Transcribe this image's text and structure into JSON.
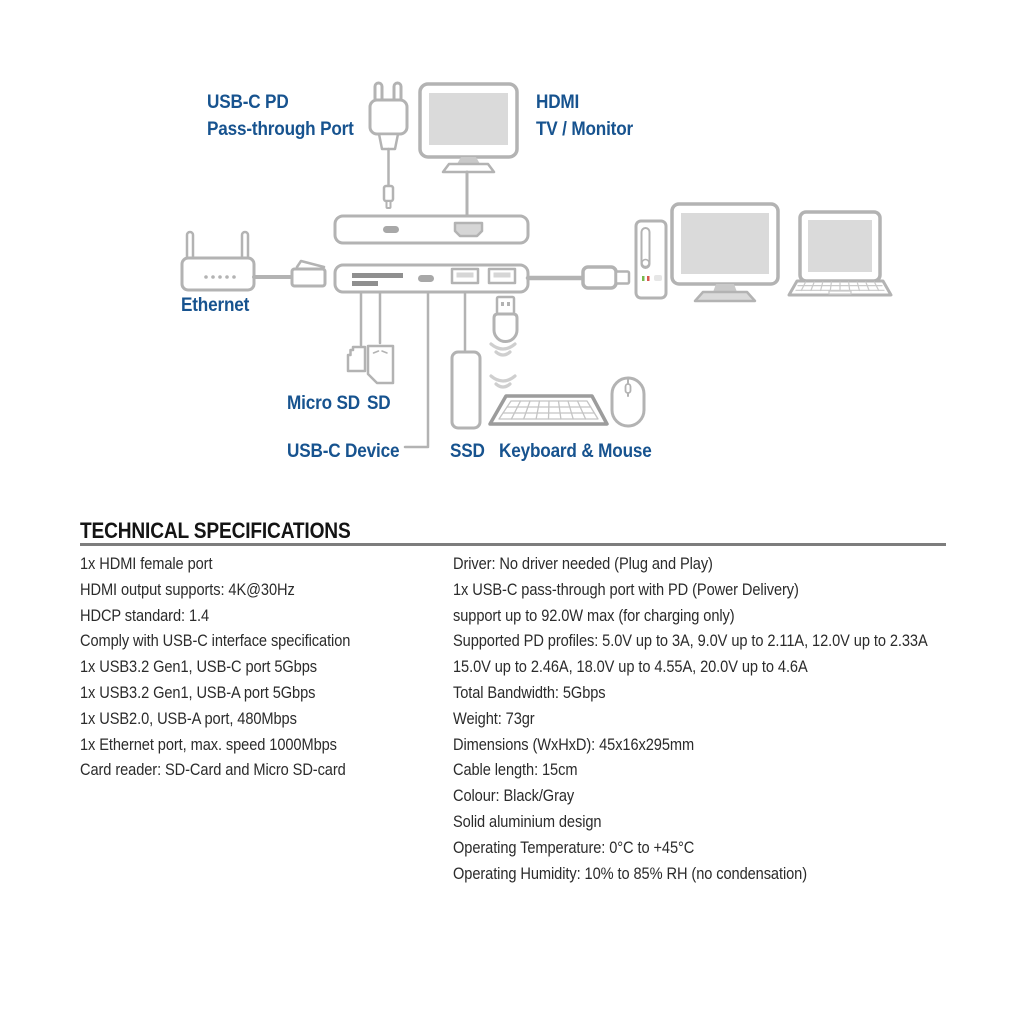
{
  "page": {
    "background": "#ffffff",
    "accent_blue": "#17538f",
    "diagram_line_gray": "#b3b3b3",
    "spec_text_color": "#2b2b2b"
  },
  "diagram": {
    "labels": {
      "usb_c_pd": {
        "line1": "USB-C PD",
        "line2": "Pass-through Port"
      },
      "hdmi": {
        "line1": "HDMI",
        "line2": "TV / Monitor"
      },
      "ethernet": "Ethernet",
      "micro_sd": "Micro SD",
      "sd": "SD",
      "usb_c_device": "USB-C Device",
      "ssd": "SSD",
      "keyboard_mouse": "Keyboard & Mouse"
    },
    "icons": [
      "power-adapter-icon",
      "tv-monitor-icon",
      "dock-rear-icon",
      "dock-front-icon",
      "router-icon",
      "rj45-plug-icon",
      "usb-c-connector-icon",
      "pc-tower-icon",
      "desktop-monitor-icon",
      "laptop-icon",
      "micro-sd-card-icon",
      "sd-card-icon",
      "ssd-drive-icon",
      "usb-wireless-dongle-icon",
      "wifi-waves-icon",
      "keyboard-icon",
      "mouse-icon"
    ]
  },
  "specs": {
    "title": "TECHNICAL SPECIFICATIONS",
    "left": [
      "1x HDMI female port",
      "HDMI output supports: 4K@30Hz",
      "HDCP standard: 1.4",
      "Comply with USB-C interface specification",
      "1x USB3.2 Gen1, USB-C port 5Gbps",
      "1x USB3.2 Gen1, USB-A port 5Gbps",
      "1x USB2.0, USB-A port, 480Mbps",
      "1x Ethernet port, max. speed 1000Mbps",
      "Card reader: SD-Card and Micro SD-card"
    ],
    "right": [
      "Driver: No driver needed (Plug and Play)",
      "1x USB-C pass-through port with PD (Power Delivery)",
      "support up to 92.0W max (for charging only)",
      "Supported PD profiles: 5.0V up to 3A, 9.0V up to 2.11A, 12.0V up to 2.33A",
      "15.0V up to 2.46A, 18.0V up to 4.55A, 20.0V up to 4.6A",
      "Total Bandwidth: 5Gbps",
      "Weight: 73gr",
      "Dimensions (WxHxD): 45x16x295mm",
      "Cable length: 15cm",
      "Colour: Black/Gray",
      "Solid aluminium design",
      "Operating Temperature: 0°C to +45°C",
      "Operating Humidity: 10% to 85% RH (no condensation)"
    ]
  }
}
